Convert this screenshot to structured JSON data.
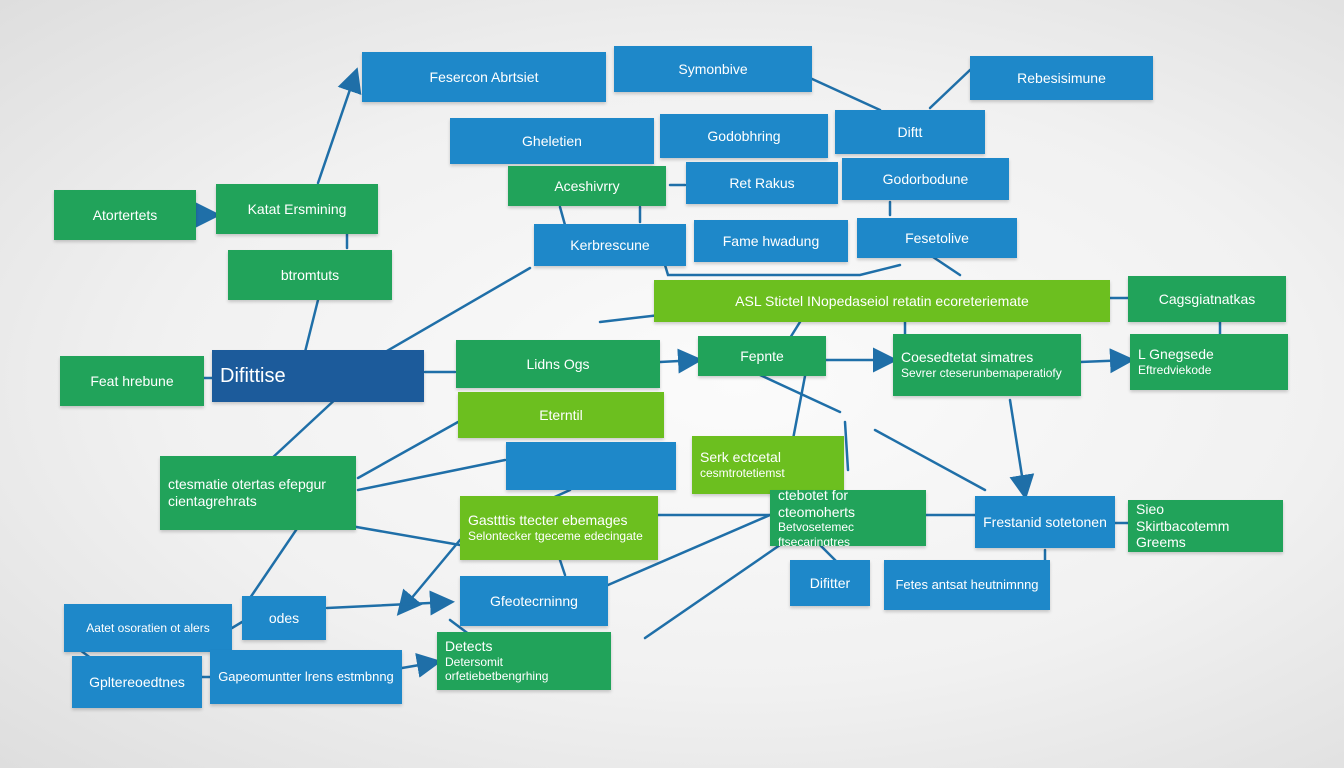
{
  "colors": {
    "blue": "#1e88c9",
    "green": "#21a35a",
    "lime": "#6cbf1f",
    "navy": "#1c5b9b",
    "link": "#1f6fa8"
  },
  "nodes": {
    "n1": "Fesercon Abrtsiet",
    "n2": "Symonbive",
    "n3": "Rebesisimune",
    "n4": "Gheletien",
    "n5": "Godobhring",
    "n6": "Diftt",
    "n7": "Aceshivrry",
    "n8": "Ret Rakus",
    "n9": "Godorbodune",
    "n10": "Atortertets",
    "n11": "Katat Ersmining",
    "n12": "Kerbrescune",
    "n13": "Fame hwadung",
    "n14": "Fesetolive",
    "n15": "btromtuts",
    "n16": "ASL Stictel INopedaseiol retatin ecoreteriemate",
    "n17": "Cagsgiatnatkas",
    "n18": "Feat hrebune",
    "n19": "Difittise",
    "n20": "Lidns Ogs",
    "n21": "Fepnte",
    "n22a": "Coesedtetat simatres",
    "n22b": "Sevrer cteserunbemaperatiofy",
    "n23a": "L Gnegsede",
    "n23b": "Eftredviekode",
    "n24": "Eterntil",
    "n25a": "Serk ectcetal",
    "n25b": "cesmtrotetiemst",
    "n26a": "ctesmatie otertas efepgur",
    "n26b": "cientagrehrats",
    "n27a": "Gastttis ttecter ebemages",
    "n27b": "Selontecker tgeceme edecingate",
    "n28a": "ctebotet for cteomoherts",
    "n28b": "Betvosetemec ftsecaringtres",
    "n29": "Frestanid sotetonen",
    "n30a": "Sieo",
    "n30b": "Skirtbacotemm Greems",
    "n31": "Aatet osoratien ot alers",
    "n32": "odes",
    "n33": "Gfeotecrninng",
    "n34": "Difitter",
    "n35": "Fetes antsat heutnimnng",
    "n36": "Gpltereoedtnes",
    "n37": "Gapeomuntter lrens estmbnng",
    "n38a": "Detects",
    "n38b": "Detersomit orfetiebetbengrhing"
  }
}
